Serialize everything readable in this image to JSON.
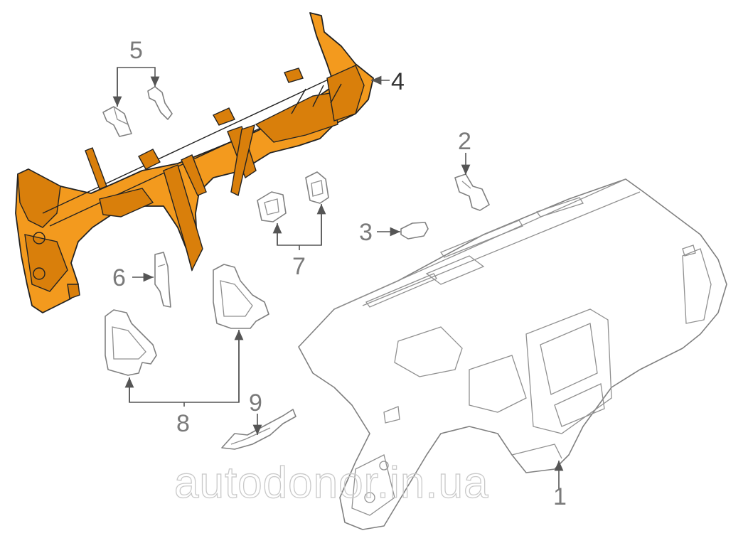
{
  "callouts": {
    "c1": "1",
    "c2": "2",
    "c3": "3",
    "c4": "4",
    "c5": "5",
    "c6": "6",
    "c7": "7",
    "c8": "8",
    "c9": "9"
  },
  "watermark": "autodonor.in.ua",
  "colors": {
    "highlight": "#f39a1e",
    "outline": "#808080",
    "callout": "#7a7a7a"
  }
}
